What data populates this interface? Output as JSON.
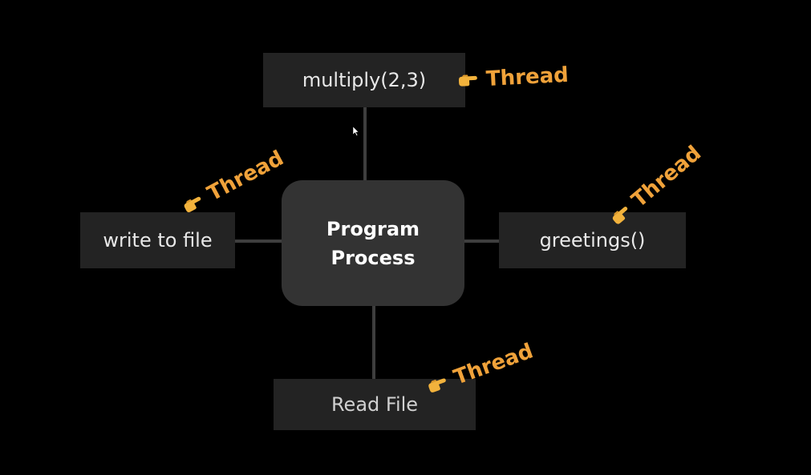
{
  "diagram": {
    "center_node": {
      "line1": "Program",
      "line2": "Process"
    },
    "nodes": {
      "top": "multiply(2,3)",
      "left": "write to file",
      "right": "greetings()",
      "bottom": "Read File"
    },
    "thread_label": "Thread",
    "hand_icon": "pointing-hand-icon"
  },
  "colors": {
    "background": "#000000",
    "node_fill": "#232323",
    "center_fill": "#333333",
    "connector": "#3e3e3e",
    "thread_label": "#f0a23a"
  }
}
